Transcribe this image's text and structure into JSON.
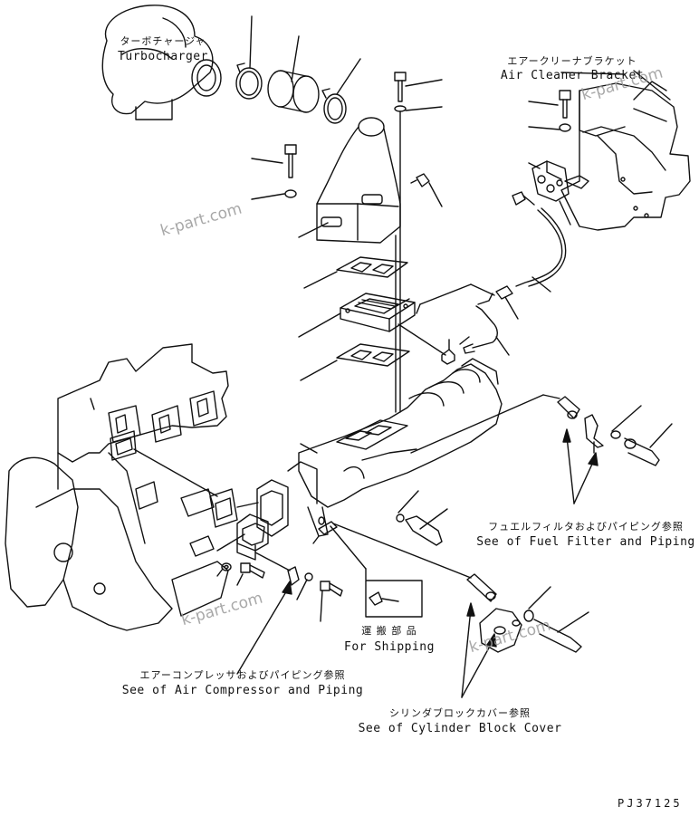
{
  "labels": {
    "turbocharger_jp": "ターボチャージャ",
    "turbocharger_en": "Turbocharger",
    "air_cleaner_jp": "エアークリーナブラケット",
    "air_cleaner_en": "Air Cleaner Bracket",
    "fuel_filter_jp": "フュエルフィルタおよびパイピング参照",
    "fuel_filter_en": "See of Fuel Filter and Piping",
    "shipping_jp": "運 搬 部 品",
    "shipping_en": "For Shipping",
    "air_compressor_jp": "エアーコンプレッサおよびパイピング参照",
    "air_compressor_en": "See of Air Compressor and Piping",
    "cylinder_block_jp": "シリンダブロックカバー参照",
    "cylinder_block_en": "See of Cylinder Block Cover"
  },
  "watermarks": [
    "k-part.com",
    "k-part.com",
    "k-part.com",
    "k-part.com"
  ],
  "drawing_code": "PJ37125"
}
